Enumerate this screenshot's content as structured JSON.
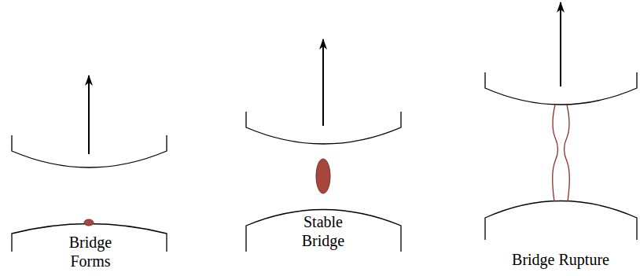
{
  "diagram": {
    "labels": [
      "Bridge Forms",
      "Stable Bridge",
      "Bridge Rupture"
    ]
  }
}
